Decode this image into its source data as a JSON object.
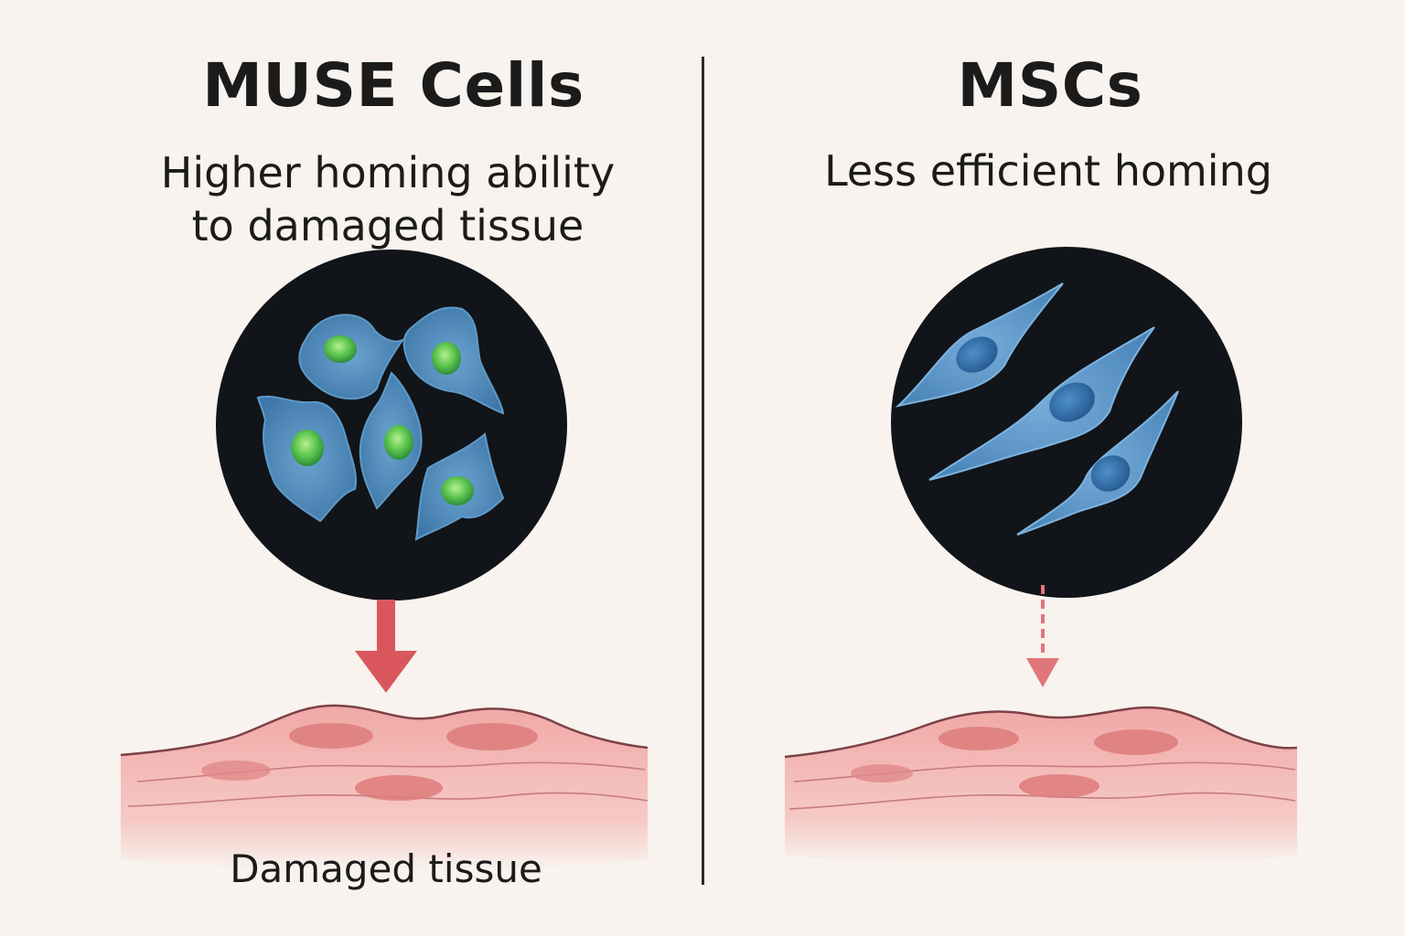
{
  "left": {
    "title": "MUSE Cells",
    "subtitle_line1": "Higher homing ability",
    "subtitle_line2": "to damaged tissue",
    "tissue_label": "Damaged tissue",
    "arrow_style": "solid",
    "arrow_color": "#d9575c",
    "nucleus_color": "#4fc24a",
    "cell_color": "#4d86b6"
  },
  "right": {
    "title": "MSCs",
    "subtitle": "Less efficient homing",
    "arrow_style": "dashed",
    "arrow_color": "#e1767a",
    "nucleus_color": "#2e6aa4",
    "cell_color": "#5a97cc"
  },
  "colors": {
    "background": "#f8f3ee",
    "circle_bg": "#121519",
    "tissue": "#f2b3b0",
    "tissue_line": "#7c4046",
    "divider": "#2a2a2a"
  }
}
